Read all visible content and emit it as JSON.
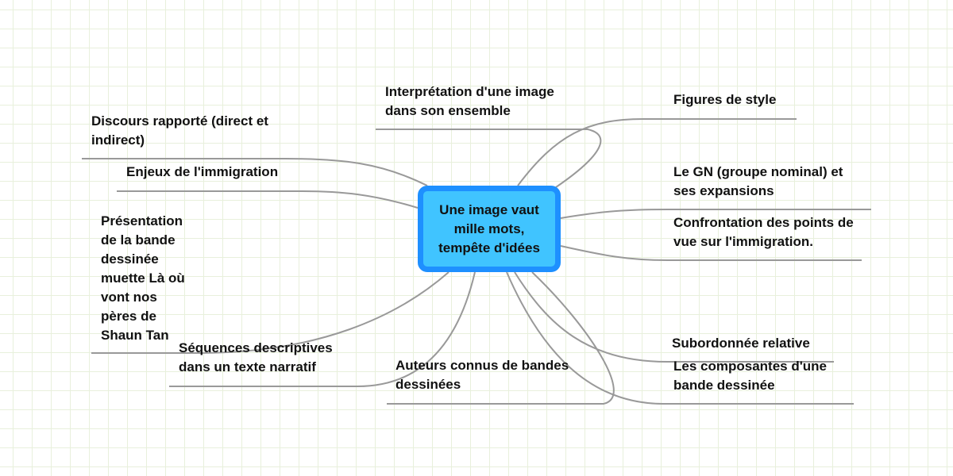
{
  "center": {
    "title": "Une image vaut mille mots, tempête d'idées"
  },
  "topics": [
    {
      "label": "Interprétation d'une image dans son ensemble"
    },
    {
      "label": "Figures de style"
    },
    {
      "label": "Discours rapporté (direct et indirect)"
    },
    {
      "label": "Enjeux de l'immigration"
    },
    {
      "label": "Le GN (groupe nominal) et ses expansions"
    },
    {
      "label": "Confrontation des points de vue sur l'immigration."
    },
    {
      "label": "Présentation de la bande dessinée muette Là où vont nos pères de Shaun Tan"
    },
    {
      "label": "Séquences descriptives dans un texte narratif"
    },
    {
      "label": "Auteurs connus de bandes dessinées"
    },
    {
      "label": "Subordonnée relative"
    },
    {
      "label": "Les composantes d'une bande dessinée"
    }
  ],
  "colors": {
    "center_fill": "#40c4ff",
    "center_border": "#1e90ff",
    "link": "#999999",
    "grid": "#e8f0dc"
  }
}
